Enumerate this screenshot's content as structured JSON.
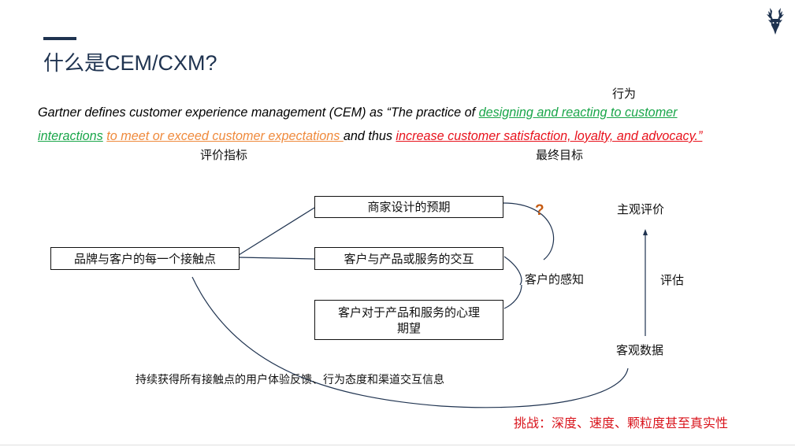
{
  "title": {
    "cn": "什么是",
    "latin": "CEM/CXM?"
  },
  "logo": {
    "icon": "deer-head-icon",
    "color": "#1f3350"
  },
  "labels": {
    "behavior": "行为",
    "metric": "评价指标",
    "final_goal": "最终目标"
  },
  "quote": {
    "prefix": "Gartner defines customer experience management (CEM) as “The practice of ",
    "green_a": "designing and reacting to customer",
    "green_b": "interactions",
    "space_1": " ",
    "orange": "to meet or exceed customer expectations ",
    "middle": "and thus ",
    "red": "increase customer satisfaction, loyalty, and advocacy.”"
  },
  "diagram": {
    "touchpoint": "品牌与客户的每一个接触点",
    "merchant_expectation": "商家设计的预期",
    "interaction": "客户与产品或服务的交互",
    "mental_expectation_line1": "客户对于产品和服务的心理",
    "mental_expectation_line2": "期望",
    "question_mark": "?",
    "customer_perception": "客户的感知",
    "subjective_evaluation": "主观评价",
    "evaluate": "评估",
    "objective_data": "客观数据",
    "feedback_note": "持续获得所有接触点的用户体验反馈、行为态度和渠道交互信息",
    "challenge": "挑战：深度、速度、颗粒度甚至真实性"
  },
  "colors": {
    "title": "#1f3350",
    "green": "#1aa64a",
    "orange": "#ef8a3c",
    "red": "#e8121c",
    "question": "#c55a11",
    "line": "#1f3350"
  }
}
